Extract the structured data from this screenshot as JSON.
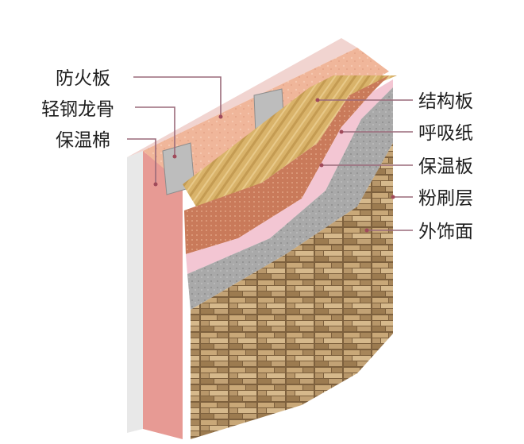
{
  "labels_left": [
    "防火板",
    "轻钢龙骨",
    "保温棉"
  ],
  "labels_right": [
    "结构板",
    "呼吸纸",
    "保温板",
    "粉刷层",
    "外饰面"
  ],
  "watermark": "",
  "colors": {
    "fire_board": "#e79a94",
    "steel_stud": "#b9b9b9",
    "insulation_cotton": "#f0b69a",
    "structural_board": "#d9b36a",
    "breathable_paper": "#f6c9d6",
    "insulation_board": "#f3c6d3",
    "plaster_layer": "#a9a9a9",
    "stone_facing": "#8a6a44",
    "leader_line": "#9a6a7a"
  }
}
